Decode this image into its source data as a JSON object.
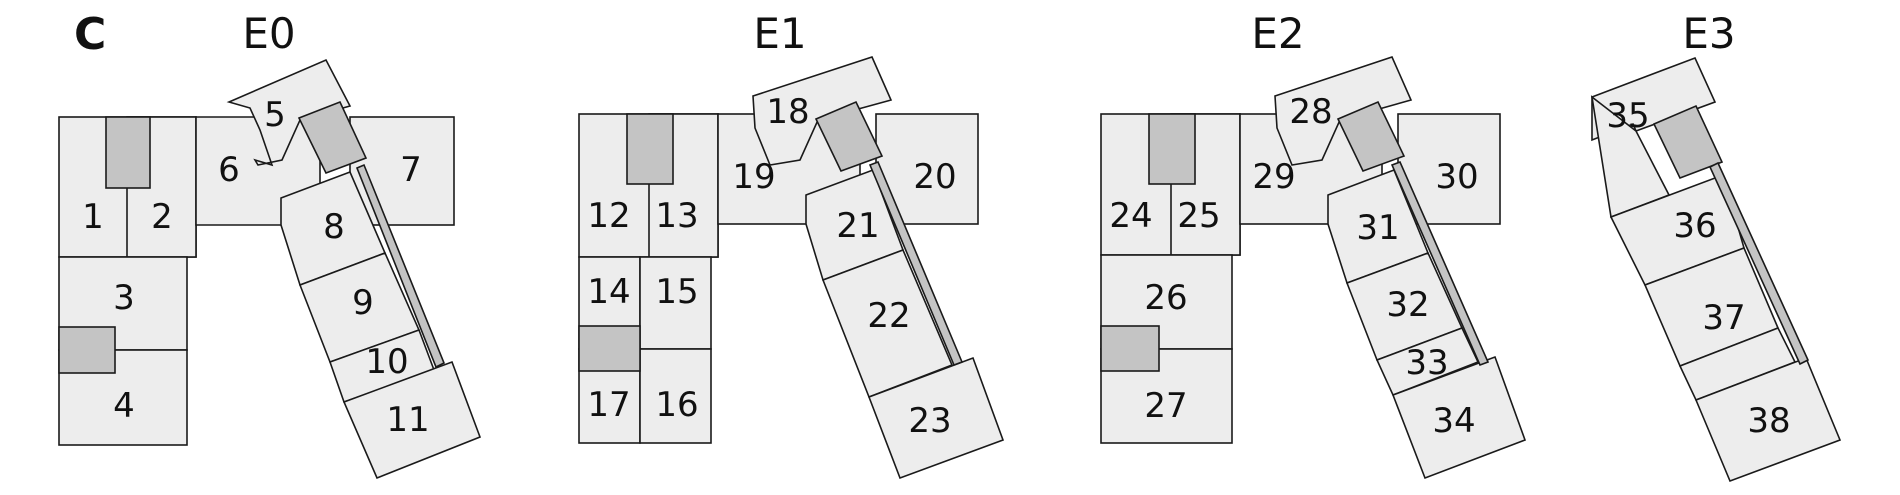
{
  "panel_label": "C",
  "floors": [
    {
      "title": "E0",
      "rooms": [
        "1",
        "2",
        "3",
        "4",
        "5",
        "6",
        "7",
        "8",
        "9",
        "10",
        "11"
      ]
    },
    {
      "title": "E1",
      "rooms": [
        "12",
        "13",
        "14",
        "15",
        "16",
        "17",
        "18",
        "19",
        "20",
        "21",
        "22",
        "23"
      ]
    },
    {
      "title": "E2",
      "rooms": [
        "24",
        "25",
        "26",
        "27",
        "28",
        "29",
        "30",
        "31",
        "32",
        "33",
        "34"
      ]
    },
    {
      "title": "E3",
      "rooms": [
        "35",
        "36",
        "37",
        "38"
      ]
    }
  ],
  "colors": {
    "room_fill": "#ededed",
    "core_fill": "#c4c4c4",
    "line": "#1a1a1a"
  }
}
